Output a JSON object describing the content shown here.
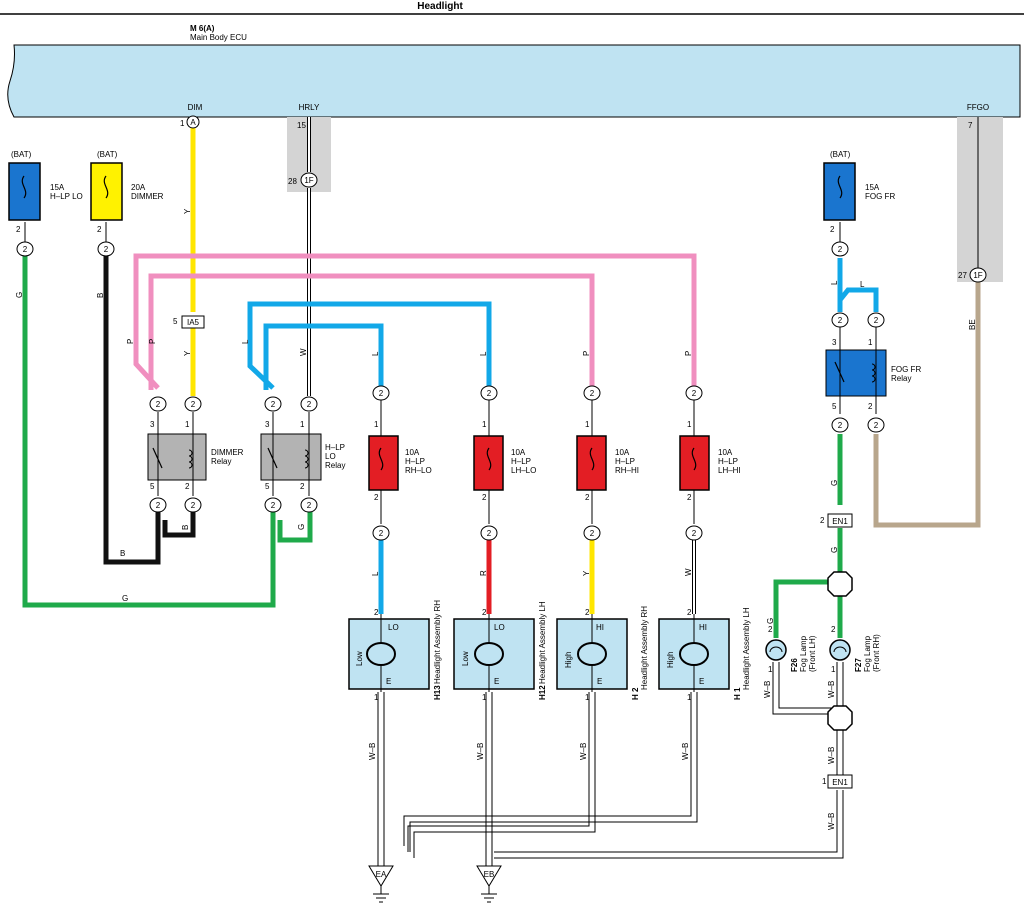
{
  "title": "Headlight",
  "ecu": {
    "ref": "M 6(A)",
    "name": "Main Body ECU",
    "pins": {
      "dim": "DIM",
      "hrly": "HRLY",
      "ffgo": "FFGO"
    }
  },
  "colors": {
    "ecu_fill": "#bfe3f2",
    "G": "#1faa4a",
    "B": "#111111",
    "Y": "#ffe600",
    "P": "#f08fbf",
    "L": "#12a8e8",
    "R": "#e31e24",
    "BE": "#b8a68c",
    "W": "#ffffff",
    "fuse_blue": "#1a75cf",
    "fuse_yellow": "#fff200",
    "fuse_red": "#e31e24",
    "relay_gray": "#b3b3b3",
    "lamp_fill": "#bfe3f2",
    "shade": "#d4d4d4"
  },
  "wire_labels": {
    "G": "G",
    "B": "B",
    "Y": "Y",
    "P": "P",
    "W": "W",
    "L": "L",
    "R": "R",
    "BE": "BE",
    "WB": "W–B"
  },
  "fuses": {
    "hlp_lo": {
      "source": "(BAT)",
      "amps": "15A",
      "name": "H–LP LO"
    },
    "dimmer": {
      "source": "(BAT)",
      "amps": "20A",
      "name": "DIMMER"
    },
    "fog_fr": {
      "source": "(BAT)",
      "amps": "15A",
      "name": "FOG FR"
    },
    "rh_lo": {
      "amps": "10A",
      "l1": "H–LP",
      "l2": "RH–LO"
    },
    "lh_lo": {
      "amps": "10A",
      "l1": "H–LP",
      "l2": "LH–LO"
    },
    "rh_hi": {
      "amps": "10A",
      "l1": "H–LP",
      "l2": "RH–HI"
    },
    "lh_hi": {
      "amps": "10A",
      "l1": "H–LP",
      "l2": "LH–HI"
    }
  },
  "relays": {
    "dimmer": {
      "l1": "DIMMER",
      "l2": "Relay"
    },
    "hlp_lo": {
      "l1": "H–LP",
      "l2": "LO",
      "l3": "Relay"
    },
    "fog_fr": {
      "l1": "FOG FR",
      "l2": "Relay"
    }
  },
  "connectors": {
    "ia5": "IA5",
    "tf": "1F",
    "en1": "EN1",
    "ea": "EA",
    "eb": "EB",
    "a": "A"
  },
  "lamps": {
    "h13": {
      "id": "H13",
      "name": "Headlight Assembly RH",
      "mode": "Low",
      "term_top": "LO",
      "term_bot": "E"
    },
    "h12": {
      "id": "H12",
      "name": "Headlight Assembly LH",
      "mode": "Low",
      "term_top": "LO",
      "term_bot": "E"
    },
    "h2": {
      "id": "H 2",
      "name": "Headlight Assembly RH",
      "mode": "High",
      "term_top": "HI",
      "term_bot": "E"
    },
    "h1": {
      "id": "H 1",
      "name": "Headlight Assembly LH",
      "mode": "High",
      "term_top": "HI",
      "term_bot": "E"
    }
  },
  "fog_lamps": {
    "f26": {
      "id": "F26",
      "name": "Fog Lamp",
      "side": "(Front LH)"
    },
    "f27": {
      "id": "F27",
      "name": "Fog Lamp",
      "side": "(Front RH)"
    }
  },
  "pin_numbers": [
    "1",
    "2",
    "3",
    "5",
    "7",
    "15",
    "27",
    "28"
  ]
}
